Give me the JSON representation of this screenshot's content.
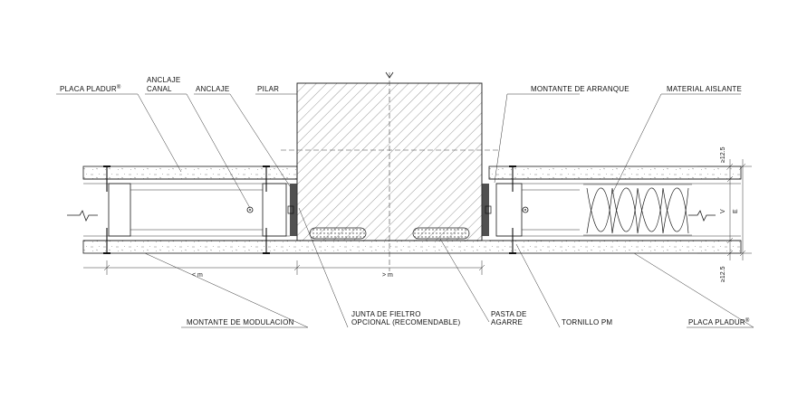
{
  "labels": {
    "placa_pladur_top": "PLACA PLADUR",
    "anclaje_canal_1": "ANCLAJE",
    "anclaje_canal_2": "CANAL",
    "anclaje": "ANCLAJE",
    "pilar": "PILAR",
    "montante_arranque": "MONTANTE DE ARRANQUE",
    "material_aislante": "MATERIAL AISLANTE",
    "montante_modulacion": "MONTANTE DE MODULACION",
    "junta_1": "JUNTA DE FIELTRO",
    "junta_2": "OPCIONAL (RECOMENDABLE)",
    "pasta_1": "PASTA DE",
    "pasta_2": "AGARRE",
    "tornillo": "TORNILLO PM",
    "placa_pladur_bottom": "PLACA PLADUR",
    "registered": "®"
  },
  "dimensions": {
    "lt_m": "< m",
    "gt_m": "> m",
    "ge_top": "≥12.5",
    "ge_bottom": "≥12.5",
    "v": "V",
    "e": "E"
  },
  "colors": {
    "line": "#1a1a1a",
    "hatch": "#555555",
    "background": "#ffffff"
  }
}
